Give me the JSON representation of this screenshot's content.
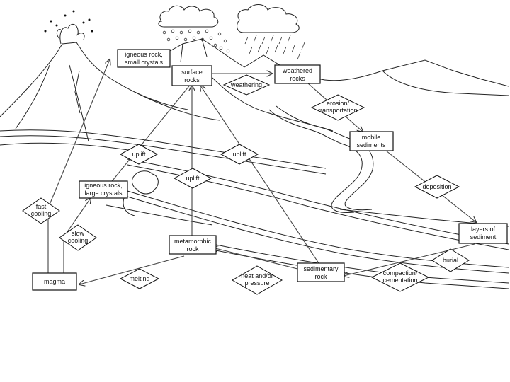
{
  "nodes": {
    "surface_rocks": [
      "surface",
      "rocks"
    ],
    "weathered_rocks": [
      "weathered",
      "rocks"
    ],
    "mobile_sediments": [
      "mobile",
      "sediments"
    ],
    "layers_of_sediment": [
      "layers of",
      "sediment"
    ],
    "sedimentary_rock": [
      "sedimentary",
      "rock"
    ],
    "metamorphic_rock": [
      "metamorphic",
      "rock"
    ],
    "magma": [
      "magma"
    ],
    "igneous_small": [
      "igneous rock,",
      "small crystals"
    ],
    "igneous_large": [
      "igneous rock,",
      "large crystals"
    ]
  },
  "processes": {
    "weathering": [
      "weathering"
    ],
    "erosion": [
      "erosion/",
      "transportation"
    ],
    "deposition": [
      "deposition"
    ],
    "burial": [
      "burial"
    ],
    "compaction": [
      "compaction/",
      "cementation"
    ],
    "heat_pressure": [
      "heat and/or",
      "pressure"
    ],
    "melting": [
      "melting"
    ],
    "fast_cooling": [
      "fast",
      "cooling"
    ],
    "slow_cooling": [
      "slow",
      "cooling"
    ],
    "uplift_left": [
      "uplift"
    ],
    "uplift_center": [
      "uplift"
    ],
    "uplift_right": [
      "uplift"
    ]
  }
}
